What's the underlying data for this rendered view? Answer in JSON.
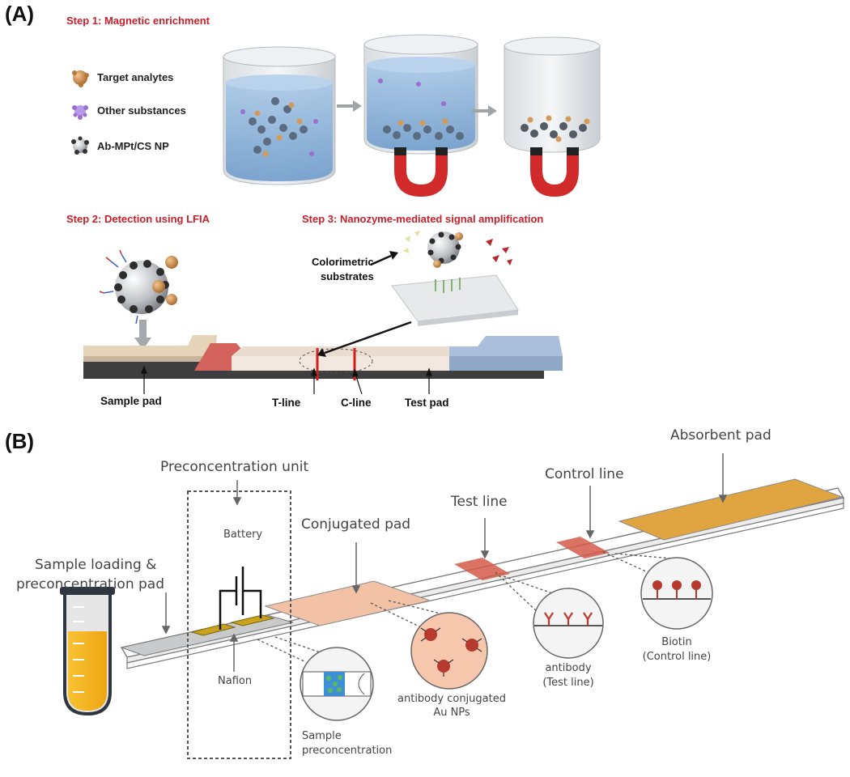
{
  "panel_a": {
    "letter": "(A)",
    "step1": "Step 1: Magnetic enrichment",
    "step2": "Step 2: Detection using LFIA",
    "step3": "Step 3: Nanozyme-mediated signal amplification",
    "legend": [
      {
        "label": "Target analytes",
        "icon": "target-analyte-icon",
        "color": "#c98a4a"
      },
      {
        "label": "Other substances",
        "icon": "other-substance-icon",
        "color": "#9b6fd1"
      },
      {
        "label": "Ab-MPt/CS NP",
        "icon": "nanoparticle-icon",
        "color": "#555555"
      }
    ],
    "colorimetric_label_1": "Colorimetric",
    "colorimetric_label_2": "substrates",
    "strip_labels": {
      "sample_pad": "Sample pad",
      "t_line": "T-line",
      "c_line": "C-line",
      "test_pad": "Test pad"
    }
  },
  "panel_b": {
    "letter": "(B)",
    "preconcentration_unit": "Preconcentration unit",
    "battery": "Battery",
    "conjugated_pad": "Conjugated pad",
    "test_line": "Test line",
    "control_line": "Control line",
    "absorbent_pad": "Absorbent pad",
    "sample_loading_1": "Sample loading &",
    "sample_loading_2": "preconcentration  pad",
    "nafion": "Nafion",
    "sample_precon_1": "Sample",
    "sample_precon_2": "preconcentration",
    "antibody_conj_1": "antibody conjugated",
    "antibody_conj_2": "Au NPs",
    "antibody_1": "antibody",
    "antibody_2": "(Test line)",
    "biotin_1": "Biotin",
    "biotin_2": "(Control line)"
  },
  "colors": {
    "step_red": "#c8202b",
    "water_blue": "#8fb6dc",
    "magnet_red": "#d02a2a",
    "absorbent_orange": "#e0a540",
    "conjugate_pink": "#f3c2a6",
    "tube_yellow": "#f5b320"
  }
}
